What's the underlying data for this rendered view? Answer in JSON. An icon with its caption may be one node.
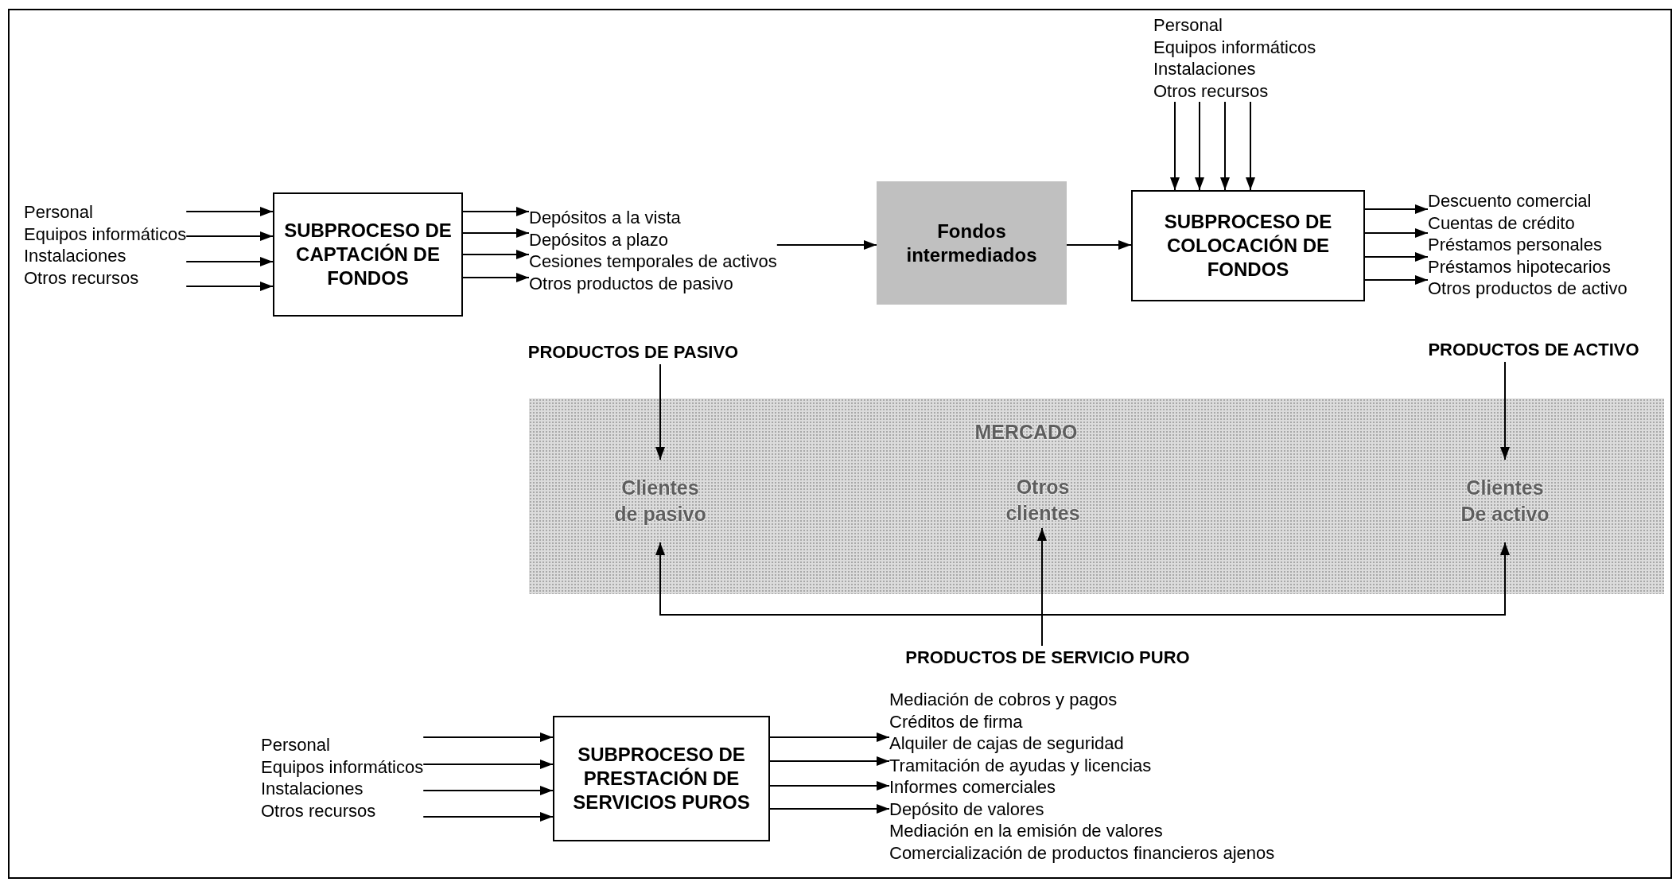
{
  "diagram": {
    "nodes": [
      {
        "text": [
          "Personal",
          "Equipos informáticos",
          "Instalaciones",
          "Otros recursos"
        ]
      },
      {
        "text": [
          "SUBPROCESO DE CAPTACIÓN DE FONDOS"
        ]
      },
      {
        "text": [
          "Depósitos a la vista",
          "Depósitos a plazo",
          "Cesiones temporales de activos",
          "Otros productos de pasivo"
        ]
      },
      {
        "text": [
          "Fondos intermediados"
        ]
      },
      {
        "text": [
          "Personal",
          "Equipos informáticos",
          "Instalaciones",
          "Otros recursos"
        ]
      },
      {
        "text": [
          "SUBPROCESO DE COLOCACIÓN DE FONDOS"
        ]
      },
      {
        "text": [
          "Descuento comercial",
          "Cuentas de crédito",
          "Préstamos personales",
          "Préstamos hipotecarios",
          "Otros productos de activo"
        ]
      },
      {
        "text": [
          "PRODUCTOS DE PASIVO"
        ]
      },
      {
        "text": [
          "PRODUCTOS DE ACTIVO"
        ]
      },
      {
        "text": [
          "MERCADO"
        ]
      },
      {
        "text": [
          "Clientes de pasivo"
        ],
        "in": 9
      },
      {
        "text": [
          "Otros clientes"
        ],
        "in": 9
      },
      {
        "text": [
          "Clientes De activo"
        ],
        "in": 9
      },
      {
        "text": [
          "PRODUCTOS DE SERVICIO PURO"
        ]
      },
      {
        "text": [
          "Personal",
          "Equipos informáticos",
          "Instalaciones",
          "Otros recursos"
        ]
      },
      {
        "text": [
          "SUBPROCESO DE PRESTACIÓN DE SERVICIOS PUROS"
        ]
      },
      {
        "text": [
          "Mediación de cobros y pagos",
          "Créditos de firma",
          "Alquiler de cajas de seguridad",
          "Tramitación de ayudas y licencias",
          "Informes comerciales",
          "Depósito de valores",
          "Mediación en la emisión de valores",
          "Comercialización de productos financieros ajenos"
        ]
      }
    ],
    "edges": [
      {
        "from": 0,
        "to": 1,
        "arrow": "to"
      },
      {
        "from": 0,
        "to": 1,
        "arrow": "to"
      },
      {
        "from": 0,
        "to": 1,
        "arrow": "to"
      },
      {
        "from": 0,
        "to": 1,
        "arrow": "to"
      },
      {
        "from": 1,
        "to": 2,
        "arrow": "to"
      },
      {
        "from": 1,
        "to": 2,
        "arrow": "to"
      },
      {
        "from": 1,
        "to": 2,
        "arrow": "to"
      },
      {
        "from": 1,
        "to": 2,
        "arrow": "to"
      },
      {
        "from": 2,
        "to": 3,
        "arrow": "to"
      },
      {
        "from": 3,
        "to": 5,
        "arrow": "to"
      },
      {
        "from": 4,
        "to": 5,
        "arrow": "to"
      },
      {
        "from": 4,
        "to": 5,
        "arrow": "to"
      },
      {
        "from": 4,
        "to": 5,
        "arrow": "to"
      },
      {
        "from": 4,
        "to": 5,
        "arrow": "to"
      },
      {
        "from": 5,
        "to": 6,
        "arrow": "to"
      },
      {
        "from": 5,
        "to": 6,
        "arrow": "to"
      },
      {
        "from": 5,
        "to": 6,
        "arrow": "to"
      },
      {
        "from": 5,
        "to": 6,
        "arrow": "to"
      },
      {
        "from": 7,
        "to": 10,
        "arrow": "to"
      },
      {
        "from": 8,
        "to": 12,
        "arrow": "to"
      },
      {
        "from": 13,
        "to": 10,
        "arrow": "to"
      },
      {
        "from": 13,
        "to": 11,
        "arrow": "to"
      },
      {
        "from": 13,
        "to": 12,
        "arrow": "to"
      },
      {
        "from": 14,
        "to": 15,
        "arrow": "to"
      },
      {
        "from": 14,
        "to": 15,
        "arrow": "to"
      },
      {
        "from": 14,
        "to": 15,
        "arrow": "to"
      },
      {
        "from": 14,
        "to": 15,
        "arrow": "to"
      },
      {
        "from": 15,
        "to": 16,
        "arrow": "to"
      },
      {
        "from": 15,
        "to": 16,
        "arrow": "to"
      },
      {
        "from": 15,
        "to": 16,
        "arrow": "to"
      },
      {
        "from": 15,
        "to": 16,
        "arrow": "to"
      }
    ]
  }
}
